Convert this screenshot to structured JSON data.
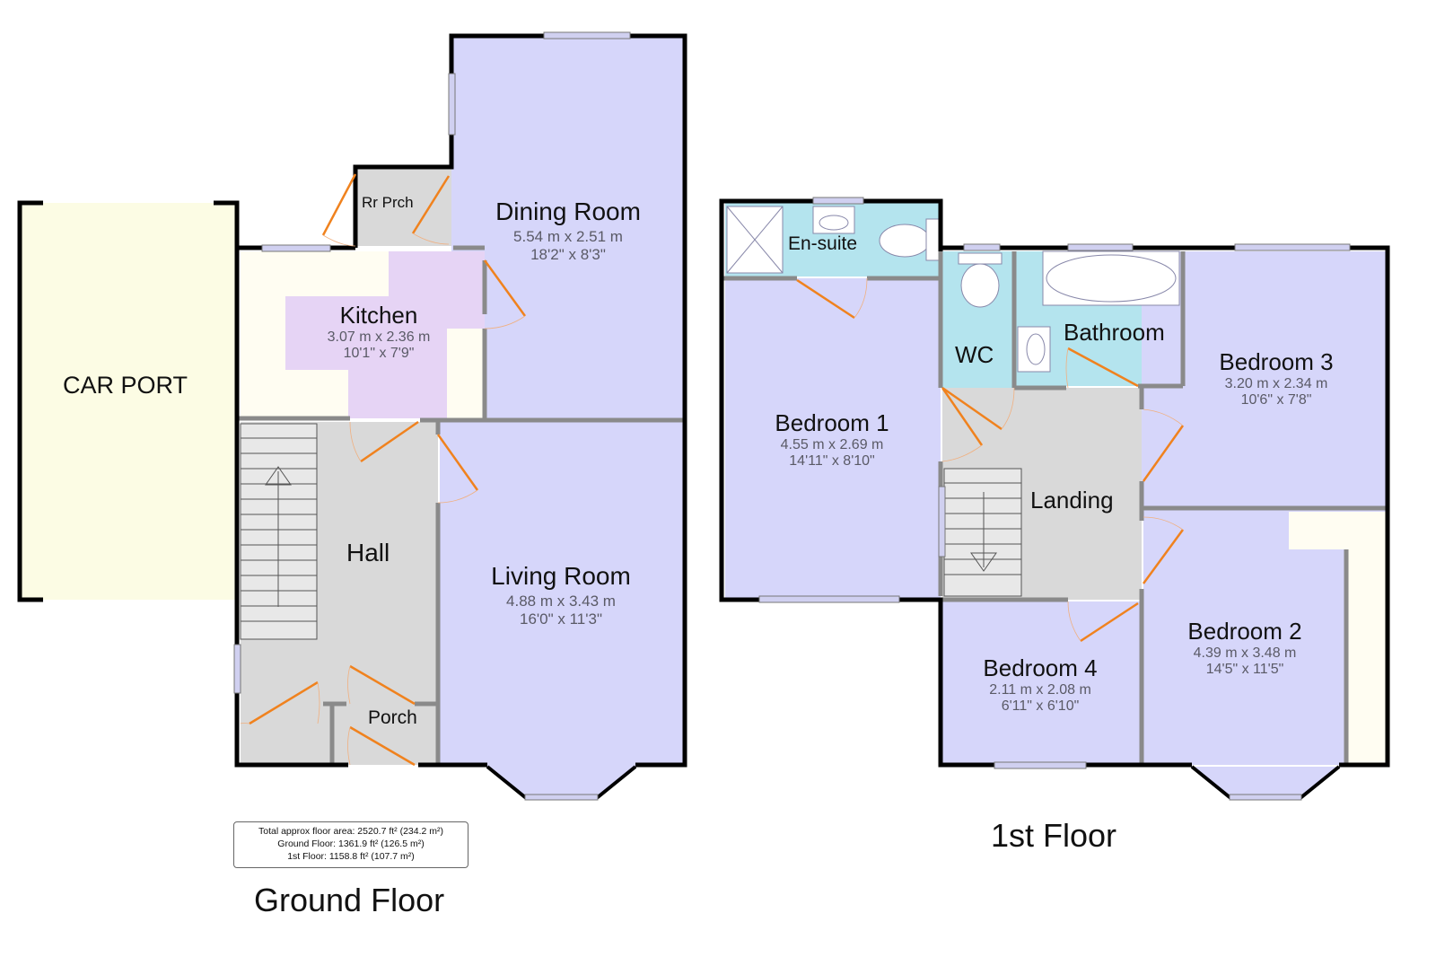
{
  "colors": {
    "wall_external": "#000000",
    "wall_internal": "#8a8a8a",
    "room_lavender": "#d6d6fa",
    "room_kitchen": "#e6d4f5",
    "room_bath": "#b4e4ee",
    "room_circulation": "#d9d9d9",
    "room_carport": "#fcfce4",
    "room_cream": "#fffdf2",
    "door_leaf": "#f0821e",
    "window": "#d0d0f0"
  },
  "ground_floor": {
    "title": "Ground Floor",
    "rooms": {
      "car_port": {
        "name": "CAR PORT"
      },
      "rear_porch": {
        "name": "Rr Prch"
      },
      "dining_room": {
        "name": "Dining Room",
        "metric": "5.54 m x 2.51 m",
        "imperial": "18'2\" x 8'3\""
      },
      "kitchen": {
        "name": "Kitchen",
        "metric": "3.07 m x 2.36 m",
        "imperial": "10'1\" x 7'9\""
      },
      "hall": {
        "name": "Hall"
      },
      "living_room": {
        "name": "Living Room",
        "metric": "4.88 m x 3.43 m",
        "imperial": "16'0\" x 11'3\""
      },
      "porch": {
        "name": "Porch"
      }
    }
  },
  "first_floor": {
    "title": "1st Floor",
    "rooms": {
      "en_suite": {
        "name": "En-suite"
      },
      "wc": {
        "name": "WC"
      },
      "bathroom": {
        "name": "Bathroom"
      },
      "bedroom_1": {
        "name": "Bedroom 1",
        "metric": "4.55 m x 2.69 m",
        "imperial": "14'11\" x 8'10\""
      },
      "bedroom_2": {
        "name": "Bedroom 2",
        "metric": "4.39 m x 3.48 m",
        "imperial": "14'5\" x 11'5\""
      },
      "bedroom_3": {
        "name": "Bedroom 3",
        "metric": "3.20 m x 2.34 m",
        "imperial": "10'6\" x 7'8\""
      },
      "bedroom_4": {
        "name": "Bedroom 4",
        "metric": "2.11 m x 2.08 m",
        "imperial": "6'11\" x 6'10\""
      },
      "landing": {
        "name": "Landing"
      }
    }
  },
  "area_summary": {
    "total": "Total approx floor area: 2520.7 ft² (234.2 m²)",
    "ground": "Ground Floor: 1361.9 ft² (126.5 m²)",
    "first": "1st Floor: 1158.8 ft² (107.7 m²)"
  }
}
